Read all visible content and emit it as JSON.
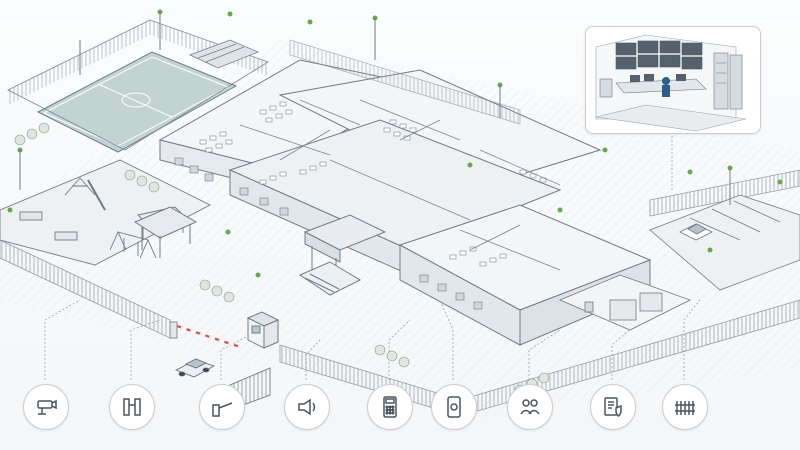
{
  "diagram": {
    "style": "isometric line drawing of a secured school campus",
    "colors": {
      "line": "#6f7b86",
      "wall": "#f2f4f6",
      "roof_edge": "#d9dee3",
      "floor": "#e8ecef",
      "field": "#b9cccb",
      "accent_green": "#6aa84f",
      "fence": "#7c8791",
      "icon_stroke": "#4a5560"
    },
    "zones": [
      {
        "name": "sports-field",
        "icon": "soccer-field"
      },
      {
        "name": "playground",
        "icon": "slide-swing"
      },
      {
        "name": "classroom-block",
        "icon": "desks"
      },
      {
        "name": "main-entrance",
        "icon": "gate"
      },
      {
        "name": "parking-lot",
        "icon": "car"
      },
      {
        "name": "utility-room",
        "icon": "equipment"
      },
      {
        "name": "security-control-room",
        "icon": "monitor-wall"
      }
    ],
    "legend_icons": [
      {
        "name": "cctv-camera-icon"
      },
      {
        "name": "turnstile-icon"
      },
      {
        "name": "boom-barrier-icon"
      },
      {
        "name": "speaker-alarm-icon"
      },
      {
        "name": "access-keypad-icon"
      },
      {
        "name": "mobile-app-icon"
      },
      {
        "name": "visitor-management-icon"
      },
      {
        "name": "checklist-shield-icon"
      },
      {
        "name": "fence-icon"
      }
    ]
  }
}
